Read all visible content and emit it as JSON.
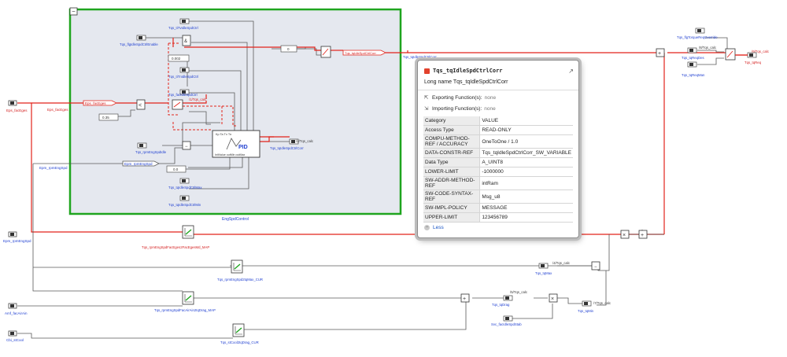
{
  "colors": {
    "signal_red": "#e2231a",
    "signal_gray": "#5a5a5a",
    "subsystem_border": "#1fa51f",
    "subsystem_fill": "#e5e8ef",
    "label_blue": "#1f3fd1",
    "label_red": "#d41d1d"
  },
  "subsystem": {
    "name": "EngSpdControl",
    "collapse_symbol": "−"
  },
  "inside": {
    "const_0": "0",
    "const_0_35": "0.35",
    "const_0_002": "0.002",
    "const_0_b": "0.0",
    "in_tiTvIdleSpdCtrl": "Tqs_tiTvIdleSpdCtrl",
    "in_flgIdleSpdCtrlEnable": "Tqs_flgIdleSpdCtrlEnable",
    "in_tiTnIdleSpdCtrl": "Tqs_tiTnIdleSpdCtrl",
    "in_facIdleSpdCtrl": "Tqs_facIdleSpdCtrl",
    "in_rpmEngSpdIdle": "Tqs_rpmEngSpdIdle",
    "in_tqIdleSpdCtrlMax": "Tqs_tqIdleSpdCtrlMax",
    "in_tqIdleSpdCtrlMin": "Tqs_tqIdleSpdCtrlMin",
    "out_tqIdleSpdCtrlCorr": "Tqs_tqIdleSpdCtrlCorr",
    "sig_fac_engine": "Eps_facEges",
    "sig_rpm_engine": "Epm_rpmEngSpd",
    "lbl_1_tqs_calc": "/1/Tqs_calc",
    "lbl_2_tqs_calc": "/2/Tqs_calc",
    "lbl_tqidle_out": "Tqs_tqIdleSpdCtrlCorr",
    "pid_label": "PID",
    "pid_ports_top": "Kp       Ta  Tv Tn",
    "pid_ports_bottom": "InitValue    outMin  outMax"
  },
  "left": {
    "in_eps_facEges": "Eps_facEges",
    "in_epm_rpmEngSpd": "Epm_rpmEngSpd",
    "in_amf": "Amf_facAirAin",
    "in_cbi": "Cbi_stCool",
    "tag_eps": "Eps_facEges",
    "tag_epm": "Epm_rpmEngSpd"
  },
  "right": {
    "in_flgTorqueReqOverride": "Tqs_flgTorqueReqOverride",
    "in_tqReqDes": "Tqs_tqReqDes",
    "in_tqReqMan": "Tqs_tqReqMan",
    "lbl_8_tqs_calc": "/8/Tqs_calc",
    "lbl_9_tqs_calc": "/9/Tqs_calc",
    "out_tqReq": "Tqs_tqReq",
    "lbl_corr_above": "Tqs_tqIdleSpdCtrlCorr"
  },
  "bottom": {
    "map1": "Tqs_rpmEngSpdFacEges2FacEgesMd_MAP",
    "curve1": "Tqs_rpmEngSpd2tqMax_CUR",
    "map2": "Tqs_rpmEngSpdFacAirAin2tqDrag_MAP",
    "curve2": "Tqs_stCool2tqDrag_CUR",
    "lbl_4_tqs_calc": "/4/Tqs_calc",
    "lbl_5_tqs_calc": "/5/Tqs_calc",
    "lbl_7_tqs_calc": "/7/Tqs_calc",
    "in_tqMax": "Tqs_tqMax",
    "in_tqDrag": "Tqs_tqDrag",
    "in_facIdleSpdStab": "Svc_facIdleSpdStab",
    "out_tqMin": "Tqs_tqMin"
  },
  "popup": {
    "title": "Tqs_tqIdleSpdCtrlCorr",
    "open_icon": "external-link-icon",
    "long_name_label": "Long name",
    "long_name_value": "Tqs_tqIdleSpdCtrlCorr",
    "exporting_label": "Exporting Function(s):",
    "exporting_value": "none",
    "importing_label": "Importing Function(s):",
    "importing_value": "none",
    "rows": [
      {
        "key": "Category",
        "value": "VALUE"
      },
      {
        "key": "Access Type",
        "value": "READ-ONLY"
      },
      {
        "key": "COMPU-METHOD-REF / ACCURACY",
        "value": "OneToOne / 1.0"
      },
      {
        "key": "DATA-CONSTR-REF",
        "value": "Tqs_tqIdleSpdCtrlCorr_SW_VARIABLE"
      },
      {
        "key": "Data Type",
        "value": "A_UINT8"
      },
      {
        "key": "LOWER-LIMIT",
        "value": "-1000000"
      },
      {
        "key": "SW-ADDR-METHOD-REF",
        "value": "intRam"
      },
      {
        "key": "SW-CODE-SYNTAX-REF",
        "value": "Msg_u8"
      },
      {
        "key": "SW-IMPL-POLICY",
        "value": "MESSAGE"
      },
      {
        "key": "UPPER-LIMIT",
        "value": "123456789"
      }
    ],
    "less_label": "Less"
  }
}
